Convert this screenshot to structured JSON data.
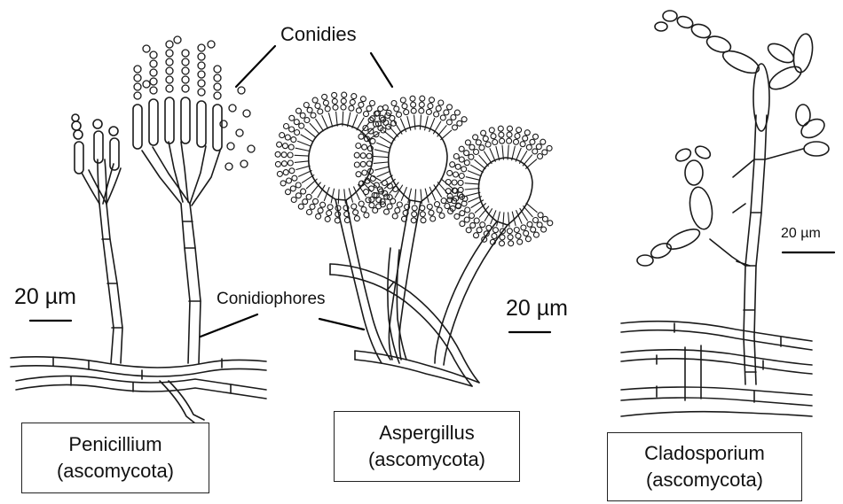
{
  "labels": {
    "conidies": "Conidies",
    "conidiophores": "Conidiophores",
    "scale_penicillium": "20 µm",
    "scale_aspergillus": "20 µm",
    "scale_cladosporium": "20 µm"
  },
  "captions": {
    "penicillium": {
      "genus": "Penicillium",
      "phylum": "(ascomycota)"
    },
    "aspergillus": {
      "genus": "Aspergillus",
      "phylum": "(ascomycota)"
    },
    "cladosporium": {
      "genus": "Cladosporium",
      "phylum": "(ascomycota)"
    }
  },
  "colors": {
    "line": "#1a1a1a",
    "background": "#ffffff"
  }
}
